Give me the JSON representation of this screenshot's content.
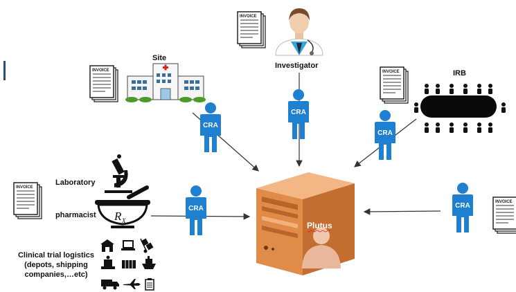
{
  "labels": {
    "site": "Site",
    "investigator": "Investigator",
    "irb": "IRB",
    "laboratory": "Laboratory",
    "pharmacist": "pharmacist",
    "logistics_line1": "Clinical trial logistics",
    "logistics_line2": "(depots, shipping",
    "logistics_line3": "companies,…etc)",
    "server": "Plutus",
    "rx": "R",
    "rx_sub": "X"
  },
  "invoice_label": "INVOICE",
  "cra_label": "CRA",
  "colors": {
    "cra": "#1f7fd1",
    "server_light": "#f0b27a",
    "server_mid": "#e08b48",
    "server_dark": "#b8642a",
    "arrow": "#333333",
    "accent_bar": "#2b4a6f"
  }
}
